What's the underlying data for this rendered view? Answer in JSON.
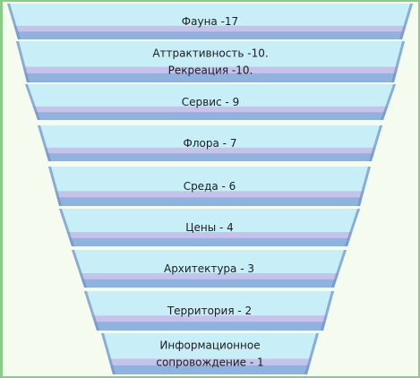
{
  "levels": [
    {
      "lines": [
        "Фауна -17"
      ]
    },
    {
      "lines": [
        "Аттрактивность -10.",
        "Рекреация -10."
      ]
    },
    {
      "lines": [
        "Сервис - 9"
      ]
    },
    {
      "lines": [
        "Флора - 7"
      ]
    },
    {
      "lines": [
        "Среда - 6"
      ]
    },
    {
      "lines": [
        "Цены - 4"
      ]
    },
    {
      "lines": [
        "Архитектура - 3"
      ]
    },
    {
      "lines": [
        "Территория - 2"
      ]
    },
    {
      "lines": [
        "Информационное",
        "сопровождение - 1"
      ]
    }
  ],
  "colors": {
    "background": "#f5fbef",
    "frame": "#8cc98a",
    "band_top": "#c8eef8",
    "band_middle": "#c7c2ec",
    "band_bottom": "#8fb2de",
    "band_side": "#6f92c8",
    "text": "#1c1c1c"
  }
}
